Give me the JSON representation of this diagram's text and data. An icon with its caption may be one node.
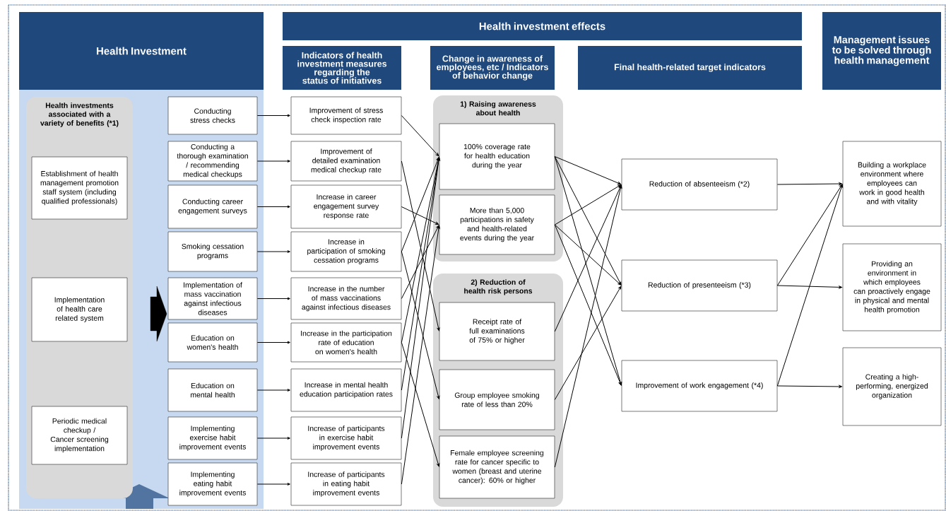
{
  "diagram": {
    "nodes": [
      {
        "text": [
          "Health Investment"
        ]
      },
      {
        "text": [
          "Health investment effects"
        ]
      },
      {
        "text": [
          "Indicators of health investment measures regarding the status of initiatives"
        ]
      },
      {
        "text": [
          "Change in awareness of employees, etc / Indicators of behavior change"
        ]
      },
      {
        "text": [
          "Final health-related target indicators"
        ]
      },
      {
        "text": [
          "Management issues to be solved through health management"
        ]
      },
      {
        "text": [
          "Health investments associated with a variety of benefits (*1)"
        ]
      },
      {
        "text": [
          "Establishment of health management promotion staff system (including qualified professionals)"
        ],
        "in": 6
      },
      {
        "text": [
          "Implementation of health care related system"
        ],
        "in": 6
      },
      {
        "text": [
          "Periodic medical checkup / Cancer screening implementation"
        ],
        "in": 6
      },
      {
        "text": [
          "Conducting stress checks"
        ]
      },
      {
        "text": [
          "Conducting a thorough examination / recommending medical checkups"
        ]
      },
      {
        "text": [
          "Conducting career engagement surveys"
        ]
      },
      {
        "text": [
          "Smoking cessation programs"
        ]
      },
      {
        "text": [
          "Implementation of mass vaccination against infectious diseases"
        ]
      },
      {
        "text": [
          "Education on women's health"
        ]
      },
      {
        "text": [
          "Education on mental health"
        ]
      },
      {
        "text": [
          "Implementing exercise habit improvement events"
        ]
      },
      {
        "text": [
          "Implementing eating habit improvement events"
        ]
      },
      {
        "text": [
          "Improvement of stress check inspection rate"
        ]
      },
      {
        "text": [
          "Improvement of detailed examination medical checkup rate"
        ]
      },
      {
        "text": [
          "Increase in career engagement survey response rate"
        ]
      },
      {
        "text": [
          "Increase in participation of smoking cessation programs"
        ]
      },
      {
        "text": [
          "Increase in the number of mass vaccinations against infectious diseases"
        ]
      },
      {
        "text": [
          "Increase in the participation rate of education on women's health"
        ]
      },
      {
        "text": [
          "Increase in mental health education participation rates"
        ]
      },
      {
        "text": [
          "Increase of participants in exercise habit improvement events"
        ]
      },
      {
        "text": [
          "Increase of participants in eating habit improvement events"
        ]
      },
      {
        "text": [
          "1) Raising awareness about health"
        ]
      },
      {
        "text": [
          "100% coverage rate for health education during the year"
        ],
        "in": 28
      },
      {
        "text": [
          "More than 5,000 participations in safety and health-related events during the year"
        ],
        "in": 28
      },
      {
        "text": [
          "2) Reduction of health risk persons"
        ]
      },
      {
        "text": [
          "Receipt rate of full examinations of 75% or higher"
        ],
        "in": 31
      },
      {
        "text": [
          "Group employee smoking rate of less than 20%"
        ],
        "in": 31
      },
      {
        "text": [
          "Female employee screening rate for cancer specific to women (breast and uterine cancer): 60% or higher"
        ],
        "in": 31
      },
      {
        "text": [
          "Reduction of absenteeism (*2)"
        ]
      },
      {
        "text": [
          "Reduction of presenteeism (*3)"
        ]
      },
      {
        "text": [
          "Improvement of work engagement (*4)"
        ]
      },
      {
        "text": [
          "Building a workplace environment where employees can work in good health and with vitality"
        ]
      },
      {
        "text": [
          "Providing an environment in which employees can proactively engage in physical and mental health promotion"
        ]
      },
      {
        "text": [
          "Creating a high-performing, energized organization"
        ]
      }
    ],
    "edges": [
      {
        "from": 6,
        "to": null,
        "arrow": "to"
      },
      {
        "from": 10,
        "to": 19,
        "arrow": "to"
      },
      {
        "from": 11,
        "to": 20,
        "arrow": "to"
      },
      {
        "from": 12,
        "to": 21,
        "arrow": "to"
      },
      {
        "from": 13,
        "to": 22,
        "arrow": "to"
      },
      {
        "from": 14,
        "to": 23,
        "arrow": "to"
      },
      {
        "from": 15,
        "to": 24,
        "arrow": "to"
      },
      {
        "from": 16,
        "to": 25,
        "arrow": "to"
      },
      {
        "from": 17,
        "to": 26,
        "arrow": "to"
      },
      {
        "from": 18,
        "to": 27,
        "arrow": "to"
      },
      {
        "from": 19,
        "to": 29,
        "arrow": "to"
      },
      {
        "from": 20,
        "to": 32,
        "arrow": "to"
      },
      {
        "from": 21,
        "to": 30,
        "arrow": "to"
      },
      {
        "from": 22,
        "to": 29,
        "arrow": "to"
      },
      {
        "from": 22,
        "to": 33,
        "arrow": "to"
      },
      {
        "from": 23,
        "to": 30,
        "arrow": "to"
      },
      {
        "from": 24,
        "to": 29,
        "arrow": "to"
      },
      {
        "from": 24,
        "to": 34,
        "arrow": "to"
      },
      {
        "from": 25,
        "to": 29,
        "arrow": "to"
      },
      {
        "from": 26,
        "to": 29,
        "arrow": "to"
      },
      {
        "from": 27,
        "to": 30,
        "arrow": "to"
      },
      {
        "from": 29,
        "to": 35,
        "arrow": "to"
      },
      {
        "from": 29,
        "to": 36,
        "arrow": "to"
      },
      {
        "from": 29,
        "to": 37,
        "arrow": "to"
      },
      {
        "from": 30,
        "to": 35,
        "arrow": "to"
      },
      {
        "from": 30,
        "to": 36,
        "arrow": "to"
      },
      {
        "from": 30,
        "to": 37,
        "arrow": "to"
      },
      {
        "from": 32,
        "to": 35,
        "arrow": "to"
      },
      {
        "from": 33,
        "to": 36,
        "arrow": "to"
      },
      {
        "from": 34,
        "to": 35,
        "arrow": "to"
      },
      {
        "from": 35,
        "to": 38,
        "arrow": "to"
      },
      {
        "from": 36,
        "to": 38,
        "arrow": "to"
      },
      {
        "from": 36,
        "to": 39,
        "arrow": "to"
      },
      {
        "from": 37,
        "to": 38,
        "arrow": "to"
      },
      {
        "from": 37,
        "to": 40,
        "arrow": "to"
      }
    ]
  }
}
